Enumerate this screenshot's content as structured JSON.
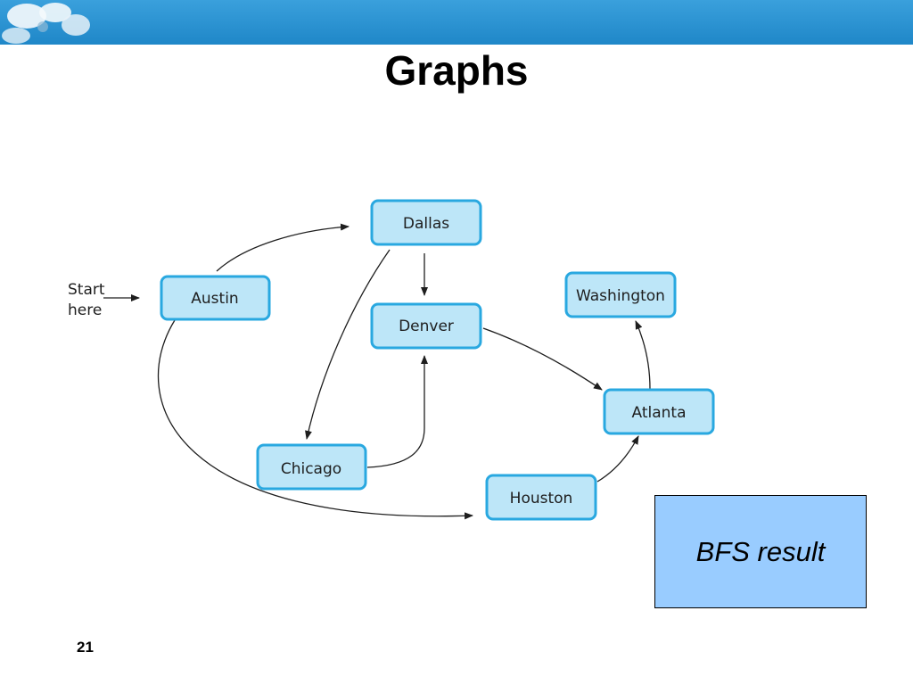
{
  "slide": {
    "title": "Graphs",
    "page_number": "21"
  },
  "graph": {
    "start_label_line1": "Start",
    "start_label_line2": "here",
    "nodes": {
      "dallas": "Dallas",
      "austin": "Austin",
      "denver": "Denver",
      "washington": "Washington",
      "atlanta": "Atlanta",
      "chicago": "Chicago",
      "houston": "Houston"
    },
    "edges": [
      {
        "from": "Austin",
        "to": "Dallas"
      },
      {
        "from": "Austin",
        "to": "Houston"
      },
      {
        "from": "Dallas",
        "to": "Denver"
      },
      {
        "from": "Dallas",
        "to": "Chicago"
      },
      {
        "from": "Chicago",
        "to": "Denver"
      },
      {
        "from": "Denver",
        "to": "Atlanta"
      },
      {
        "from": "Houston",
        "to": "Atlanta"
      },
      {
        "from": "Atlanta",
        "to": "Washington"
      }
    ]
  },
  "callout": {
    "text": "BFS result"
  },
  "colors": {
    "node_fill": "#bde6f8",
    "node_border": "#29a8e0",
    "callout_fill": "#99ccff",
    "banner": "#2a92d2"
  }
}
